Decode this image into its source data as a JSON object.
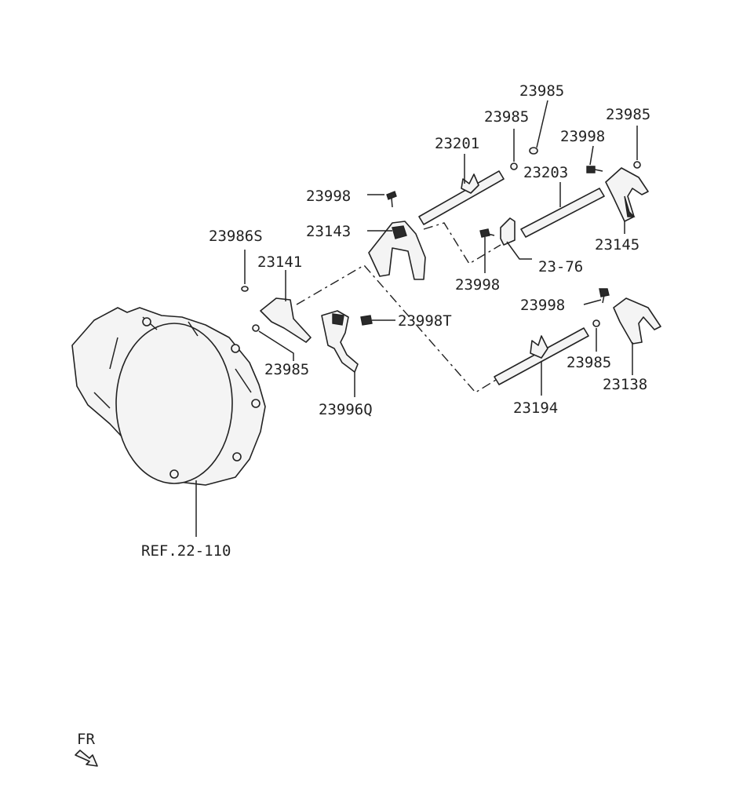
{
  "labels": {
    "l1": "23985",
    "l2": "23985",
    "l3": "23985",
    "l4": "23201",
    "l5": "23998",
    "l6": "23203",
    "l7": "23998",
    "l8": "23143",
    "l9": "23145",
    "l10": "23986S",
    "l11": "23141",
    "l12": "23-76",
    "l13": "23998",
    "l14": "23998",
    "l15": "23998T",
    "l16": "23985",
    "l17": "23138",
    "l18": "23985",
    "l19": "23996Q",
    "l20": "23194",
    "l21": "REF.22-110",
    "fr": "FR"
  },
  "colors": {
    "line": "#222222",
    "part_fill": "#f4f4f4",
    "background": "#ffffff"
  },
  "icons": {
    "front_direction": "front-arrow-icon"
  }
}
